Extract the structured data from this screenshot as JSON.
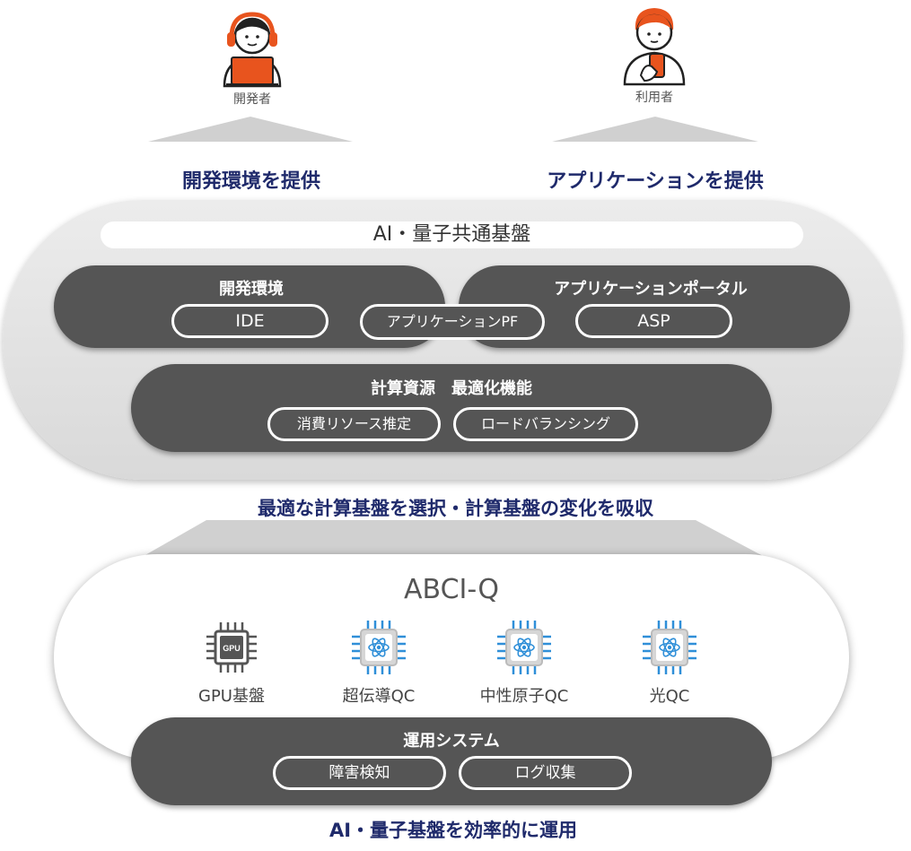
{
  "personas": {
    "developer": {
      "label": "開発者",
      "icon": "developer-with-laptop-icon",
      "accent": "#e8541e"
    },
    "user": {
      "label": "利用者",
      "icon": "user-with-phone-icon",
      "accent": "#e8541e"
    }
  },
  "arrows": {
    "dev_env": "開発環境を提供",
    "app": "アプリケーションを提供",
    "middle": "最適な計算基盤を選択・計算基盤の変化を吸収",
    "bottom": "AI・量子基盤を効率的に運用"
  },
  "platform": {
    "title": "AI・量子共通基盤",
    "dev_env": {
      "title": "開発環境",
      "ide": "IDE"
    },
    "app_pf": "アプリケーションPF",
    "app_portal": {
      "title": "アプリケーションポータル",
      "asp": "ASP"
    },
    "optimize": {
      "title": "計算資源　最適化機能",
      "estimate": "消費リソース推定",
      "balance": "ロードバランシング"
    }
  },
  "abci": {
    "title": "ABCI-Q",
    "chips": [
      {
        "label": "GPU基盤",
        "icon": "gpu-chip-icon",
        "chip_text": "GPU"
      },
      {
        "label": "超伝導QC",
        "icon": "quantum-chip-icon"
      },
      {
        "label": "中性原子QC",
        "icon": "quantum-chip-icon"
      },
      {
        "label": "光QC",
        "icon": "quantum-chip-icon"
      }
    ],
    "ops": {
      "title": "運用システム",
      "fault": "障害検知",
      "log": "ログ収集"
    }
  },
  "colors": {
    "navy": "#1f2a6b",
    "dark_pill": "#555555",
    "quantum_blue": "#2f8fd8",
    "orange": "#e8541e"
  }
}
